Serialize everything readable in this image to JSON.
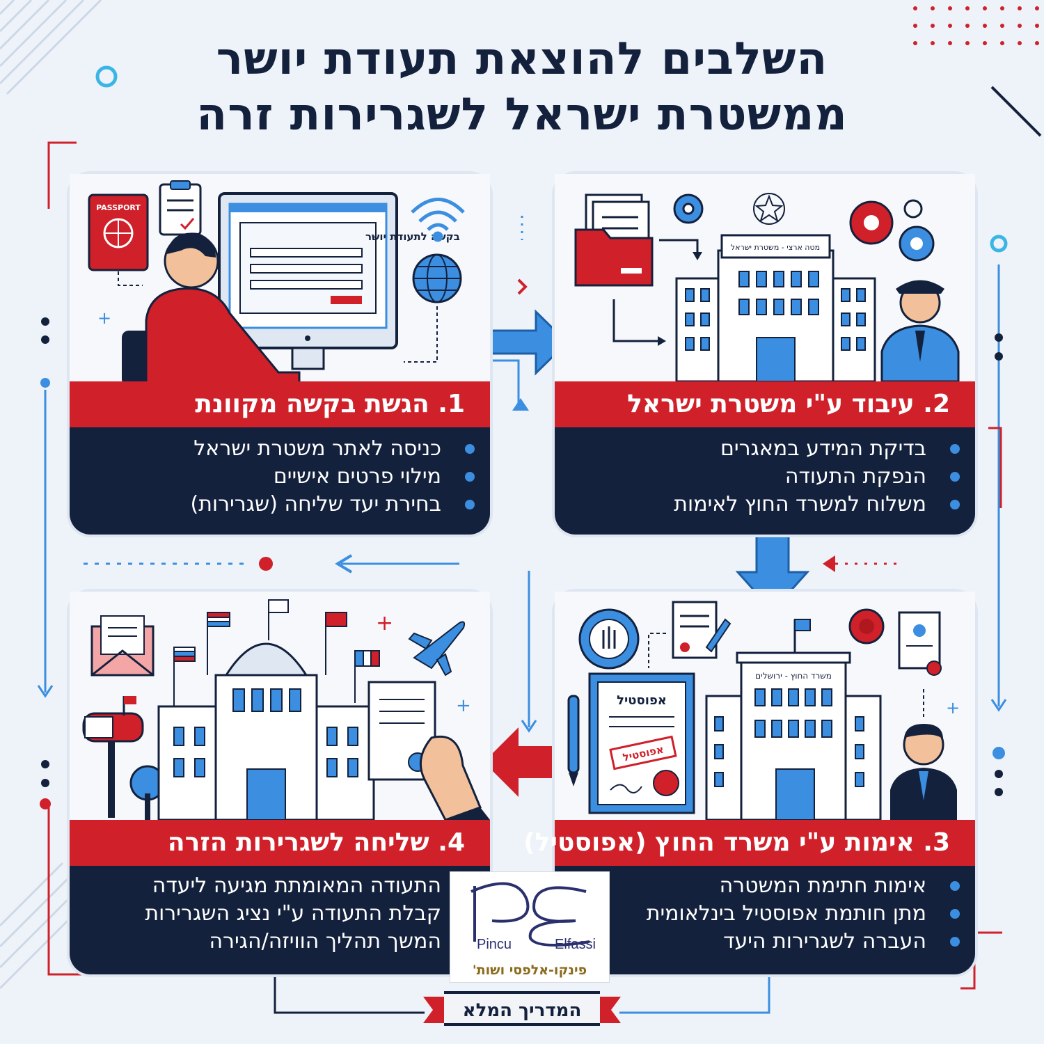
{
  "title": {
    "line1": "השלבים להוצאת תעודת יושר",
    "line2": "ממשטרת ישראל לשגרירות זרה"
  },
  "steps": [
    {
      "heading": "1. הגשת בקשה מקוונת",
      "bullets": [
        "כניסה לאתר משטרת ישראל",
        "מילוי פרטים אישיים",
        "בחירת יעד שליחה (שגרירות)"
      ],
      "illustration": {
        "passport_label": "PASSPORT",
        "screen_form_title": "בקשה לתעודת יושר"
      }
    },
    {
      "heading": "2. עיבוד ע\"י משטרת ישראל",
      "bullets": [
        "בדיקת המידע במאגרים",
        "הנפקת התעודה",
        "משלוח למשרד החוץ לאימות"
      ],
      "illustration": {
        "building_sign": "מטה ארצי - משטרת ישראל"
      }
    },
    {
      "heading": "3. אימות ע\"י משרד החוץ (אפוסטיל)",
      "bullets": [
        "אימות חתימת המשטרה",
        "מתן חותמת אפוסטיל בינלאומית",
        "העברה לשגרירות היעד"
      ],
      "illustration": {
        "building_sign": "משרד החוץ - ירושלים",
        "certificate_title": "אפוסטיל",
        "stamp_text": "אפוסטיל"
      }
    },
    {
      "heading": "4. שליחה לשגרירות הזרה",
      "bullets": [
        "התעודה המאומתת מגיעה ליעדה",
        "קבלת התעודה ע\"י נציג השגרירות",
        "המשך תהליך הוויזה/הגירה"
      ],
      "illustration": {}
    }
  ],
  "logo": {
    "brand_left": "Pincu",
    "brand_right": "Elfassi",
    "caption": "פינקו-אלפסי ושות'"
  },
  "ribbon": {
    "label": "המדריך המלא"
  },
  "colors": {
    "navy": "#14213d",
    "red": "#d0202a",
    "blue": "#3b8ee0",
    "background": "#eef3f9"
  }
}
